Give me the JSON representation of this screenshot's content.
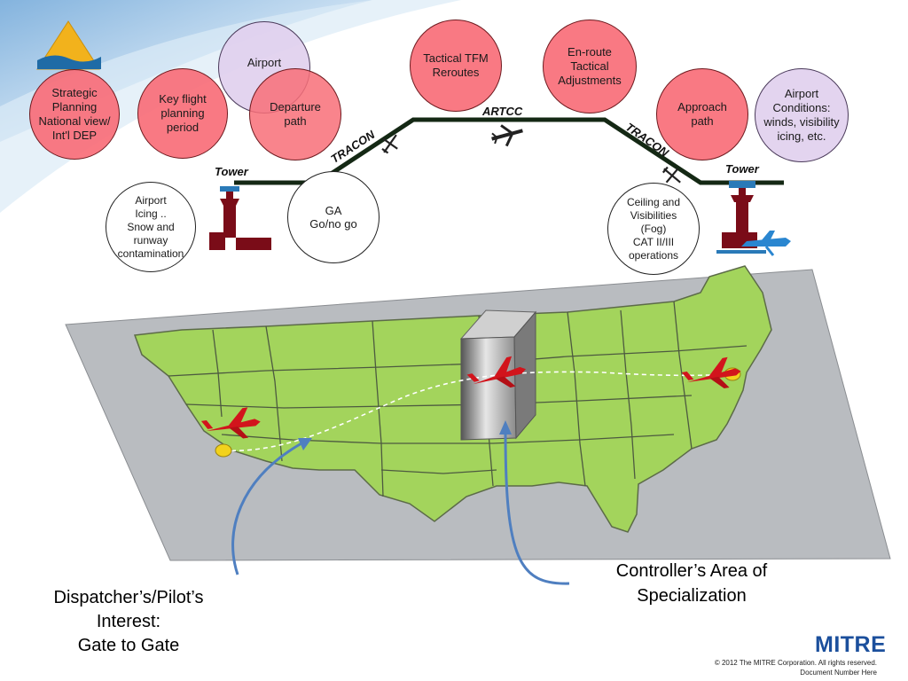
{
  "circles": {
    "strategic": "Strategic\nPlanning\nNational view/\nInt'l DEP",
    "key_flight": "Key flight\nplanning\nperiod",
    "airport": "Airport",
    "departure": "Departure\npath",
    "tactical_tfm": "Tactical TFM\nReroutes",
    "enroute": "En-route\nTactical\nAdjustments",
    "approach": "Approach\npath",
    "airport_conditions": "Airport\nConditions:\nwinds, visibility\nicing, etc.",
    "airport_icing": "Airport\nIcing ..\nSnow and\nrunway\ncontamination",
    "ga": "GA\nGo/no go",
    "ceiling": "Ceiling and\nVisibilities\n(Fog)\nCAT II/III\noperations"
  },
  "labels": {
    "tower_left": "Tower",
    "tower_right": "Tower",
    "tracon_left": "TRACON",
    "tracon_right": "TRACON",
    "artcc": "ARTCC"
  },
  "annotations": {
    "controller": "Controller’s Area of\nSpecialization",
    "dispatcher": "Dispatcher’s/Pilot’s\nInterest:\nGate to Gate"
  },
  "footer": {
    "logo": "MITRE",
    "copyright": "© 2012 The MITRE Corporation. All rights reserved.",
    "doc": "Document Number Here"
  },
  "colors": {
    "red_circle": "#f86e78",
    "lavender_circle": "#e1d0ee",
    "route_line": "#142814",
    "land": "#a3d45c",
    "map_base": "#b9bcc0",
    "arrow_blue": "#4f7fc0",
    "tower": "#7a0c18"
  }
}
